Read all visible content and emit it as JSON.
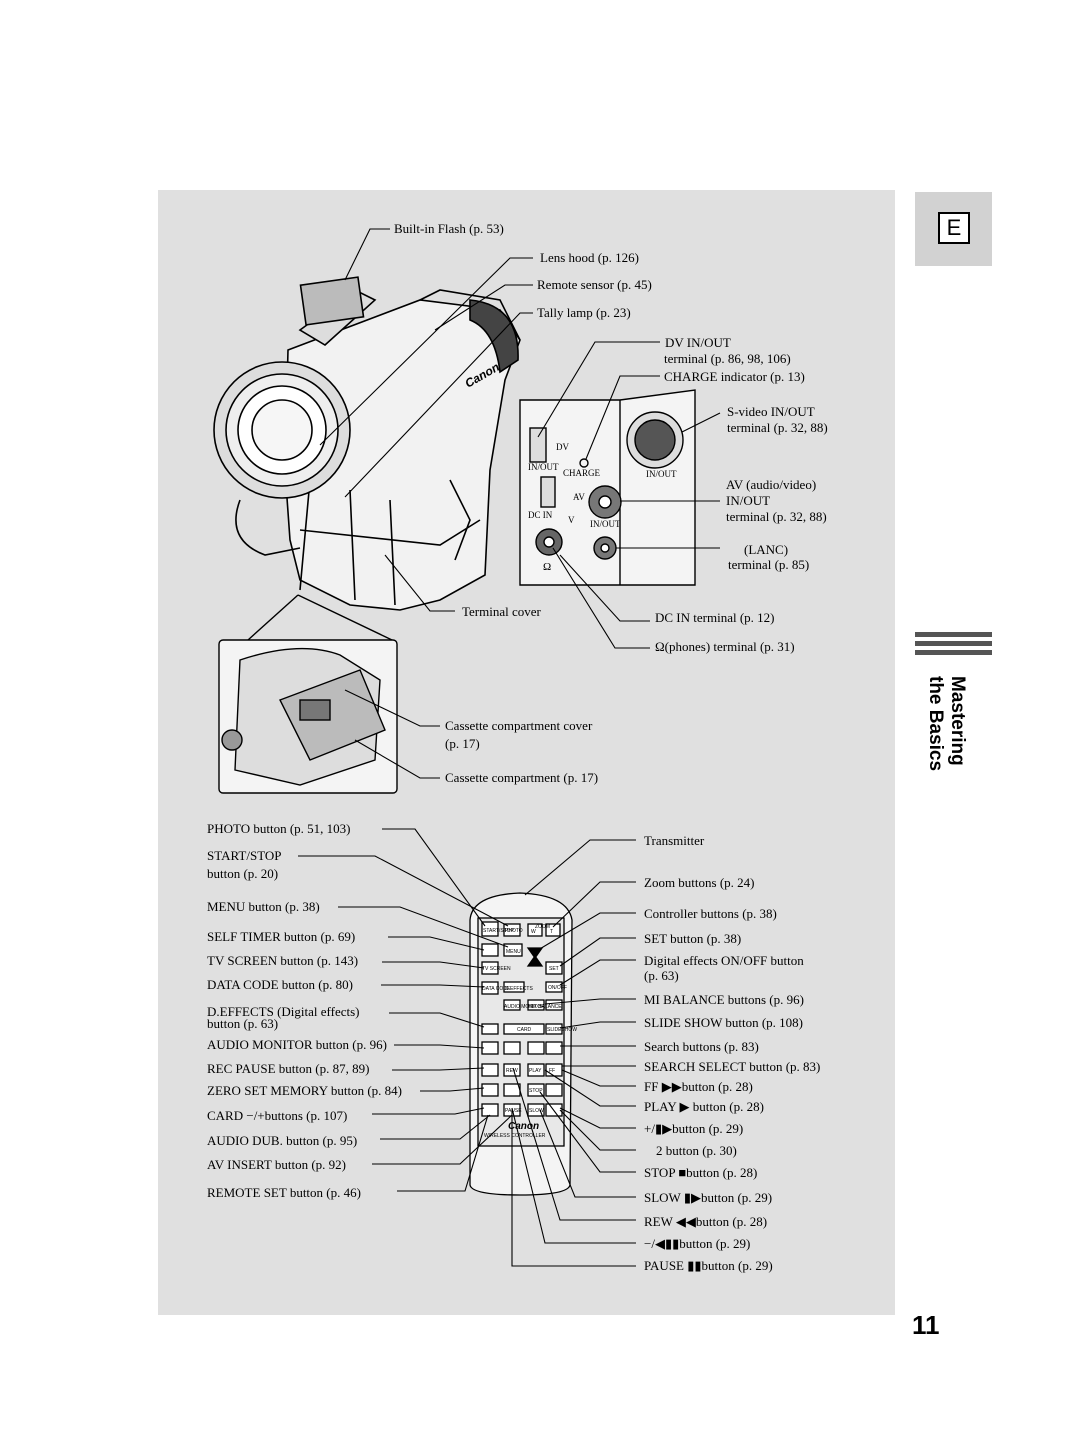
{
  "tab_letter": "E",
  "section": {
    "line1": "Mastering",
    "line2": "the Basics"
  },
  "page_number": "11",
  "camera_labels": {
    "flash": "Built-in Flash (p. 53)",
    "lens_hood": "Lens hood (p. 126)",
    "remote_sensor": "Remote sensor (p. 45)",
    "tally_lamp": "Tally lamp (p. 23)",
    "dv_line1": "DV IN/OUT",
    "dv_line2": "terminal (p. 86, 98, 106)",
    "charge": "CHARGE indicator (p. 13)",
    "svideo_line1": "S-video IN/OUT",
    "svideo_line2": "terminal (p. 32, 88)",
    "av_line1": "AV (audio/video)",
    "av_line2": "IN/OUT",
    "av_line3": "terminal (p. 32, 88)",
    "lanc_line1": "(LANC)",
    "lanc_line2": "terminal (p. 85)",
    "terminal_cover": "Terminal cover",
    "dc_in": "DC IN terminal (p. 12)",
    "phones": "(phones) terminal (p. 31)",
    "cassette_cover_line1": "Cassette compartment cover",
    "cassette_cover_line2": "(p. 17)",
    "cassette": "Cassette compartment (p. 17)"
  },
  "panel_marks": {
    "dv": "DV",
    "in_out": "IN/OUT",
    "charge": "CHARGE",
    "s_in_out": "IN/OUT",
    "av": "AV",
    "dc_in": "DC IN",
    "v": "V",
    "av_in_out": "IN/OUT",
    "brand": "Canon"
  },
  "remote_left": [
    "PHOTO button (p. 51, 103)",
    "START/STOP",
    "button (p. 20)",
    "MENU button (p. 38)",
    "SELF TIMER button (p. 69)",
    "TV SCREEN button (p. 143)",
    "DATA CODE button (p. 80)",
    "D.EFFECTS (Digital effects)",
    "button (p. 63)",
    "AUDIO MONITOR button (p. 96)",
    "REC PAUSE button (p. 87, 89)",
    "ZERO SET MEMORY button (p. 84)",
    "CARD −/+buttons (p. 107)",
    "AUDIO DUB. button (p. 95)",
    "AV INSERT button (p. 92)",
    "REMOTE SET button (p. 46)"
  ],
  "remote_right": [
    "Transmitter",
    "Zoom buttons (p. 24)",
    "Controller buttons (p. 38)",
    "SET button (p. 38)",
    "Digital effects ON/OFF button",
    "(p. 63)",
    "MI   BALANCE buttons (p. 96)",
    "SLIDE SHOW button (p. 108)",
    "Search buttons (p. 83)",
    "SEARCH SELECT button (p. 83)",
    "FF ▶▶button (p. 28)",
    "PLAY ▶ button (p. 28)",
    "+/▮▶button (p. 29)",
    "2 button (p. 30)",
    "STOP ■button (p. 28)",
    "SLOW ▮▶button (p. 29)",
    "REW ◀◀button (p. 28)",
    "−/◀▮▮button (p. 29)",
    "PAUSE ▮▮button (p. 29)"
  ],
  "remote_marks": {
    "start_stop": "START/STOP",
    "photo": "PHOTO",
    "zoom": "ZOOM",
    "w": "W",
    "t": "T",
    "menu": "MENU",
    "tv_screen": "TV SCREEN",
    "set": "SET",
    "data_code": "DATA CODE",
    "d_effects": "D.EFFECTS",
    "on_off": "ON/OFF",
    "audio_monitor": "AUDIO MONITOR",
    "balance": "MIX BALANCE",
    "card": "CARD",
    "slideshow": "SLIDESHOW",
    "play": "PLAY",
    "rew": "REW",
    "ff": "FF",
    "stop": "STOP",
    "slow": "SLOW",
    "pause": "PAUSE",
    "brand": "Canon",
    "wireless": "WIRELESS CONTROLLER"
  }
}
